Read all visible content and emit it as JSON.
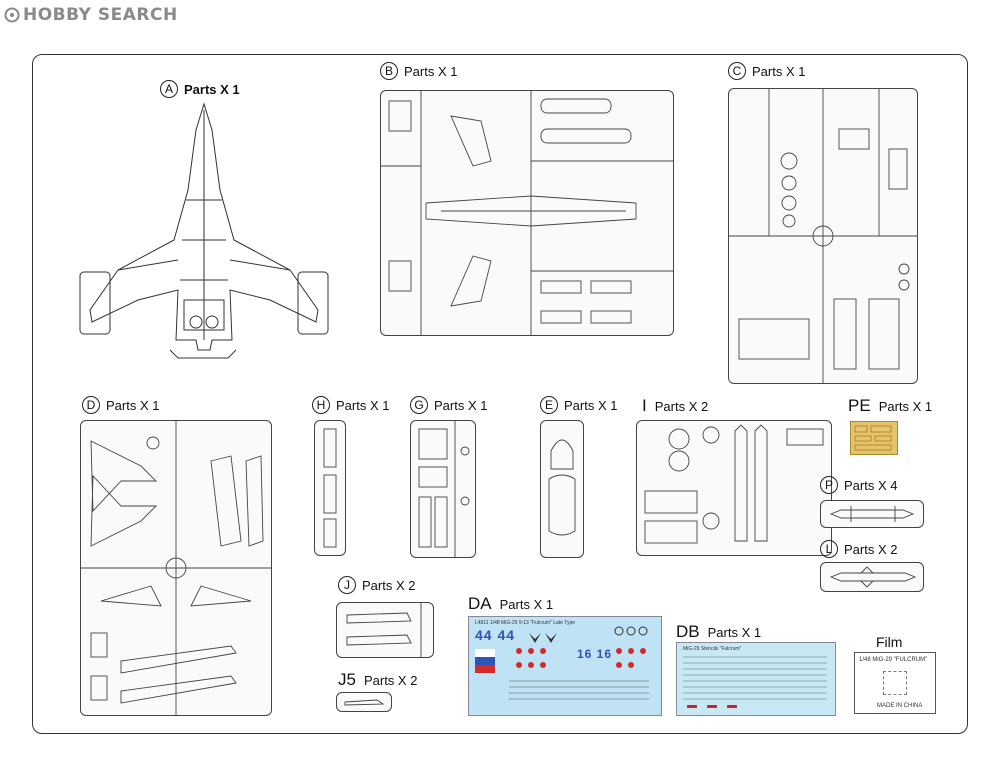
{
  "logo": {
    "brand_text": "HOBBY SEARCH"
  },
  "sprues": [
    {
      "id": "A",
      "label": "A",
      "qty": "Parts X 1"
    },
    {
      "id": "B",
      "label": "B",
      "qty": "Parts X 1"
    },
    {
      "id": "C",
      "label": "C",
      "qty": "Parts X 1"
    },
    {
      "id": "D",
      "label": "D",
      "qty": "Parts X 1"
    },
    {
      "id": "H",
      "label": "H",
      "qty": "Parts X 1"
    },
    {
      "id": "G",
      "label": "G",
      "qty": "Parts X 1"
    },
    {
      "id": "E",
      "label": "E",
      "qty": "Parts X 1"
    },
    {
      "id": "I",
      "label": "I",
      "qty": "Parts X 2"
    },
    {
      "id": "PE",
      "label": "PE",
      "qty": "Parts X 1"
    },
    {
      "id": "P",
      "label": "P",
      "qty": "Parts X 4"
    },
    {
      "id": "L",
      "label": "L",
      "qty": "Parts X 2"
    },
    {
      "id": "J",
      "label": "J",
      "qty": "Parts X 2"
    },
    {
      "id": "J5",
      "label": "J5",
      "qty": "Parts X 2"
    },
    {
      "id": "DA",
      "label": "DA",
      "qty": "Parts X 1"
    },
    {
      "id": "DB",
      "label": "DB",
      "qty": "Parts X 1"
    }
  ],
  "film": {
    "title": "Film",
    "text": "1/48 MiG-29 \"FULCRUM\"",
    "footer": "MADE IN CHINA"
  },
  "decal_da": {
    "header": "L4811 1/48 MiG-29 9-13 \"Fulcrum\" Late Type",
    "number": "44 44",
    "side_number": "16 16"
  },
  "decal_db": {
    "header": "MiG-29 Stencils \"Fulcrum\""
  }
}
